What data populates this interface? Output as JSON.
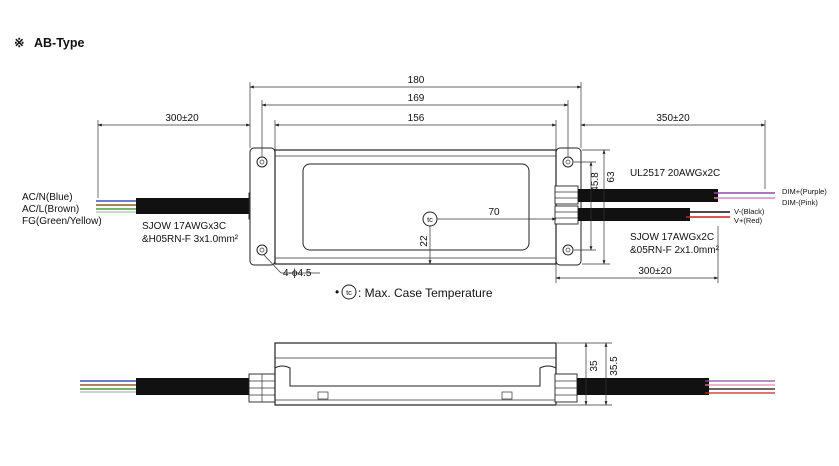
{
  "title": {
    "symbol": "※",
    "label": "AB-Type"
  },
  "dimensions": {
    "overall_length": "180",
    "mount_pitch": "169",
    "body_length": "156",
    "input_cable_length": "300±20",
    "output_dim_cable_length": "350±20",
    "output_cable_length": "300±20",
    "width": "63",
    "mount_width": "45.8",
    "tc_x": "70",
    "tc_y": "22",
    "mount_holes": "4-ϕ4.5",
    "height_body": "35",
    "height_total": "35.5"
  },
  "input_wires": [
    "AC/N(Blue)",
    "AC/L(Brown)",
    "FG(Green/Yellow)"
  ],
  "input_cable_spec": [
    "SJOW 17AWGx3C",
    "&H05RN-F 3x1.0mm²"
  ],
  "dim_cable_spec": "UL2517 20AWGx2C",
  "dim_wires": [
    "DIM+(Purple)",
    "DIM-(Pink)"
  ],
  "output_wires": [
    "V-(Black)",
    "V+(Red)"
  ],
  "output_cable_spec": [
    "SJOW 17AWGx2C",
    "&05RN-F 2x1.0mm²"
  ],
  "tc_symbol": "tc",
  "tc_note_bullet": "•",
  "tc_note": ": Max. Case Temperature",
  "colors": {
    "line": "#222222",
    "cable": "#111111",
    "wire_blue": "#3b4fc4",
    "wire_brown": "#8a5a2b",
    "wire_green": "#4a9a3a",
    "wire_purple": "#8a4fa8",
    "wire_pink": "#e08aa8",
    "wire_black": "#111111",
    "wire_red": "#d02020"
  }
}
